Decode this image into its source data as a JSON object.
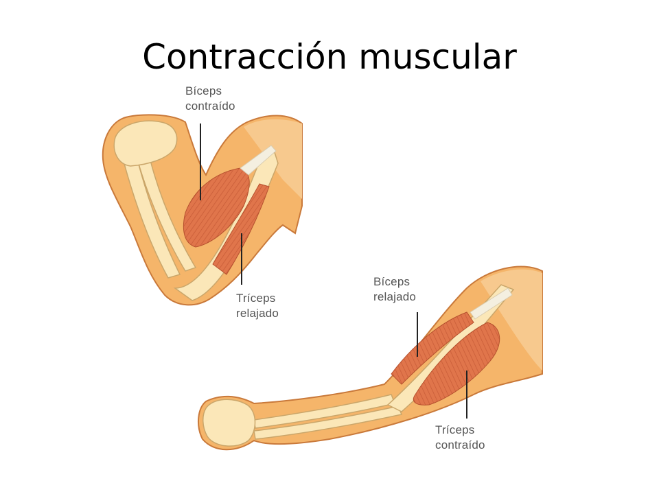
{
  "title": "Contracción muscular",
  "colors": {
    "skin": "#f5b56a",
    "skin_outline": "#c9793a",
    "bone": "#fbe7b8",
    "bone_outline": "#caa66a",
    "muscle": "#e0754b",
    "muscle_dark": "#c65a36",
    "tendon": "#f4efe0",
    "leader_line": "#222222",
    "label_text": "#555555"
  },
  "top_arm": {
    "state": "flexed",
    "label_biceps": {
      "line1": "Bíceps",
      "line2": "contraído"
    },
    "label_triceps": {
      "line1": "Tríceps",
      "line2": "relajado"
    }
  },
  "bottom_arm": {
    "state": "extended",
    "label_biceps": {
      "line1": "Bíceps",
      "line2": "relajado"
    },
    "label_triceps": {
      "line1": "Tríceps",
      "line2": "contraído"
    }
  }
}
